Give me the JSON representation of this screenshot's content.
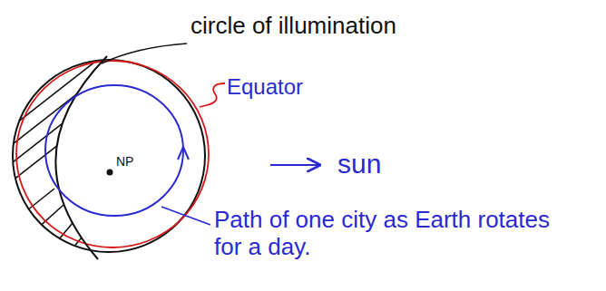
{
  "diagram": {
    "labels": [
      "circle of illumination",
      "Equator",
      "NP",
      "sun",
      "Path of one city as Earth rotates for a day."
    ]
  }
}
